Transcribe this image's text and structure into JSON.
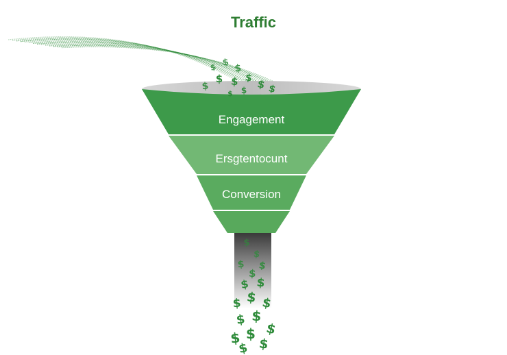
{
  "title": "Traffic",
  "stages": [
    {
      "label": "Engagement"
    },
    {
      "label": "Ersgtentocunt"
    },
    {
      "label": "Conversion"
    }
  ],
  "icons": {
    "money": "dollar-sign-icon",
    "money_glyph": "$"
  },
  "colors": {
    "title": "#2e7d32",
    "stage_1": "#3d9a4a",
    "stage_2": "#72b874",
    "stage_3": "#5aab5f",
    "stage_4": "#58a95c",
    "funnel_rim": "#c8c8c8",
    "funnel_rim_inner": "#9e9e9e",
    "spout_top": "#3a3a3a",
    "spout_bottom": "#ffffff",
    "dollar": "#2e8b3a"
  }
}
